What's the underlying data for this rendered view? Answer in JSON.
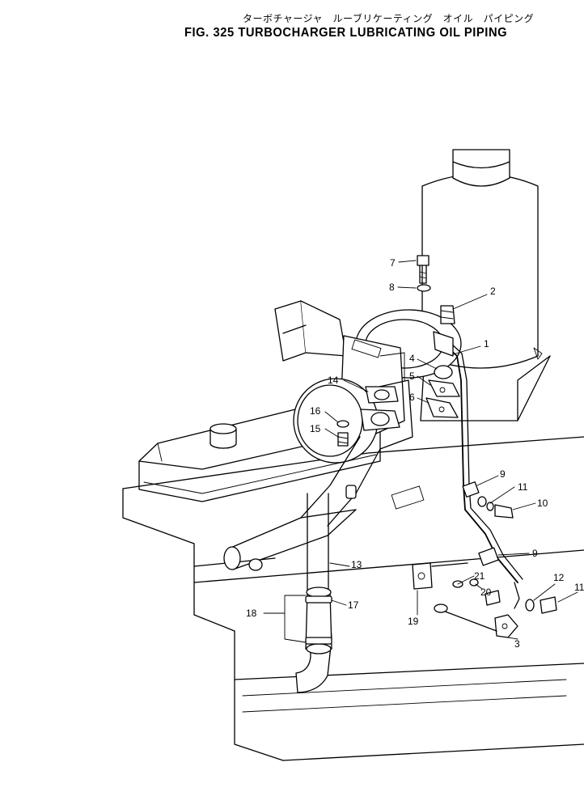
{
  "header": {
    "title_jp": "ターボチャージャ　ルーブリケーティング　オイル　パイピング",
    "title_en": "FIG. 325  TURBOCHARGER LUBRICATING OIL PIPING"
  },
  "callouts": {
    "c1": "1",
    "c2": "2",
    "c3": "3",
    "c4": "4",
    "c5": "5",
    "c6": "6",
    "c7": "7",
    "c8": "8",
    "c9a": "9",
    "c9b": "9",
    "c10": "10",
    "c11a": "11",
    "c11b": "11",
    "c12": "12",
    "c13": "13",
    "c14": "14",
    "c15": "15",
    "c16": "16",
    "c17": "17",
    "c18": "18",
    "c19": "19",
    "c20": "20",
    "c21": "21"
  }
}
